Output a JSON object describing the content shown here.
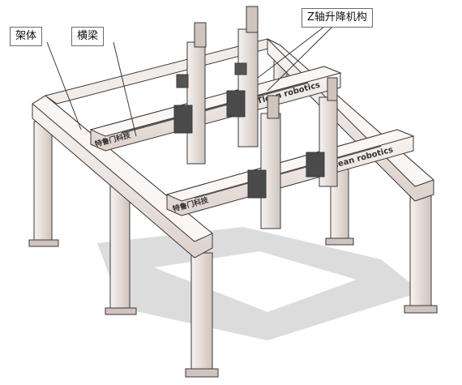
{
  "labels": {
    "frame": "架体",
    "beam": "横梁",
    "z_axis": "Z轴升降机构"
  },
  "branding": {
    "logo_cn": "特鲁门科技",
    "logo_en": "Tlean robotics"
  },
  "colors": {
    "frame_light": "#f2ece8",
    "frame_mid": "#ddd3cd",
    "frame_dark": "#b8aca6",
    "outline": "#3a3a3a",
    "shadow": "#d7d7d7",
    "motor": "#4a4a4a"
  }
}
